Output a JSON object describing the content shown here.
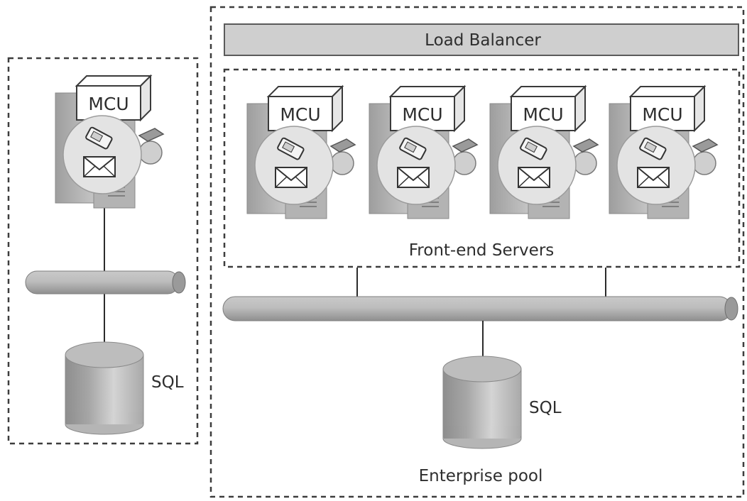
{
  "load_balancer": {
    "label": "Load Balancer"
  },
  "standard_edition": {
    "server": {
      "mcu_label": "MCU"
    },
    "database": {
      "label": "SQL"
    }
  },
  "enterprise_pool": {
    "label": "Enterprise pool",
    "front_end": {
      "label": "Front-end Servers",
      "servers": [
        {
          "mcu_label": "MCU"
        },
        {
          "mcu_label": "MCU"
        },
        {
          "mcu_label": "MCU"
        },
        {
          "mcu_label": "MCU"
        }
      ]
    },
    "database": {
      "label": "SQL"
    }
  }
}
